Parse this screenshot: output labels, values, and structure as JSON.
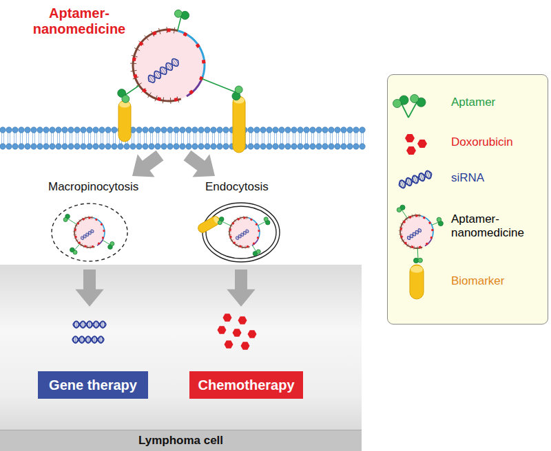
{
  "diagram": {
    "nodes": [
      {
        "text": [
          "Lymphoma cell"
        ]
      },
      {
        "text": [
          "Gene therapy"
        ],
        "in": 0
      },
      {
        "text": [
          "Chemotherapy"
        ],
        "in": 0
      }
    ],
    "labels": [
      "Aptamer- nanomedicine",
      "Macropinocytosis",
      "Endocytosis"
    ],
    "legend": [
      {
        "text": "Aptamer"
      },
      {
        "text": "Doxorubicin"
      },
      {
        "text": "siRNA"
      },
      {
        "text": "Aptamer- nanomedicine"
      },
      {
        "text": "Biomarker"
      }
    ]
  }
}
